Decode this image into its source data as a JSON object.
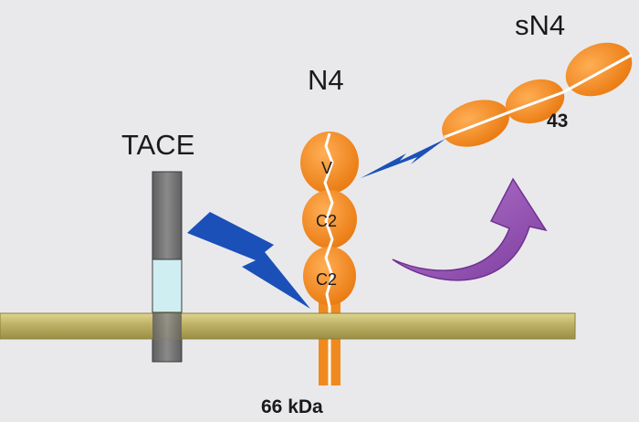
{
  "labels": {
    "tace": "TACE",
    "n4": "N4",
    "sn4": "sN4",
    "sn4_size": "43",
    "n4_size": "66 kDa",
    "domain_v": "V",
    "domain_c2_upper": "C2",
    "domain_c2_lower": "C2"
  },
  "colors": {
    "background": "#e9e9ec",
    "membrane": "#c4b86a",
    "protein": "#f08a1f",
    "tace_grey": "#7a7a7a",
    "tace_cyan": "#cfeef2",
    "arrow_blue": "#1a50b8",
    "arrow_purple": "#9a52b8"
  }
}
